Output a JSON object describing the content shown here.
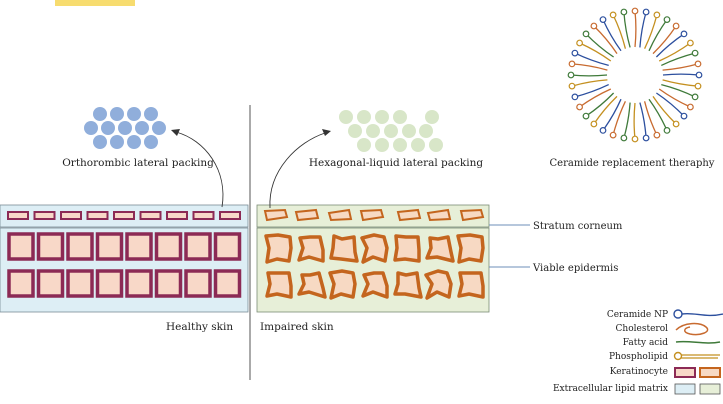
{
  "labels": {
    "healthy_packing": "Orthorombic lateral packing",
    "impaired_packing": "Hexagonal-liquid lateral packing",
    "ceramide": "Ceramide replacement theraphy",
    "stratum": "Stratum corneum",
    "viable": "Viable epidermis",
    "healthy": "Healthy skin",
    "impaired": "Impaired skin"
  },
  "legend": [
    {
      "label": "Ceramide NP",
      "icon": "ceramide-np-icon"
    },
    {
      "label": "Cholesterol",
      "icon": "cholesterol-icon"
    },
    {
      "label": "Fatty acid",
      "icon": "fatty-acid-icon"
    },
    {
      "label": "Phospholipid",
      "icon": "phospholipid-icon"
    },
    {
      "label": "Keratinocyte",
      "icon": "keratinocyte-icon"
    },
    {
      "label": "Extracellular lipid matrix",
      "icon": "lipid-matrix-icon"
    }
  ],
  "colors": {
    "healthy_matrix": "#ddeef5",
    "impaired_matrix": "#e7efd8",
    "healthy_cell_border": "#8c2a55",
    "healthy_cell_fill": "#f8d8c8",
    "impaired_cell_border": "#c4651e",
    "impaired_cell_fill": "#f7d9c3",
    "healthy_molecule": "#90aedb",
    "impaired_molecule": "#d8e6c8",
    "highlight": "#f7dc6f",
    "ceramide_np": "#2c4f9e",
    "cholesterol": "#c86b30",
    "fatty_acid": "#3f7a3a",
    "phospholipid": "#c49020"
  }
}
